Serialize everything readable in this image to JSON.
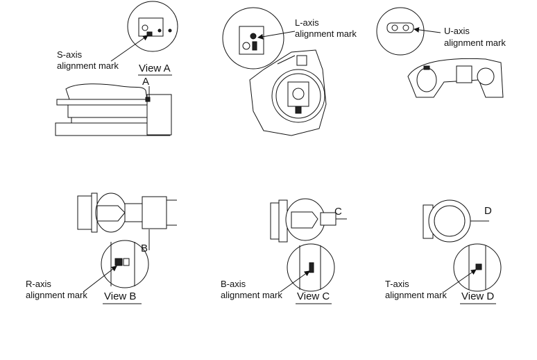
{
  "views": {
    "s_axis": {
      "label_line1": "S-axis",
      "label_line2": "alignment mark",
      "view_title": "View A",
      "callout": "A"
    },
    "l_axis": {
      "label_line1": "L-axis",
      "label_line2": "alignment mark"
    },
    "u_axis": {
      "label_line1": "U-axis",
      "label_line2": "alignment mark"
    },
    "r_axis": {
      "label_line1": "R-axis",
      "label_line2": "alignment mark",
      "view_title": "View B",
      "callout": "B"
    },
    "b_axis": {
      "label_line1": "B-axis",
      "label_line2": "alignment mark",
      "view_title": "View C",
      "callout": "C"
    },
    "t_axis": {
      "label_line1": "T-axis",
      "label_line2": "alignment mark",
      "view_title": "View D",
      "callout": "D"
    }
  }
}
